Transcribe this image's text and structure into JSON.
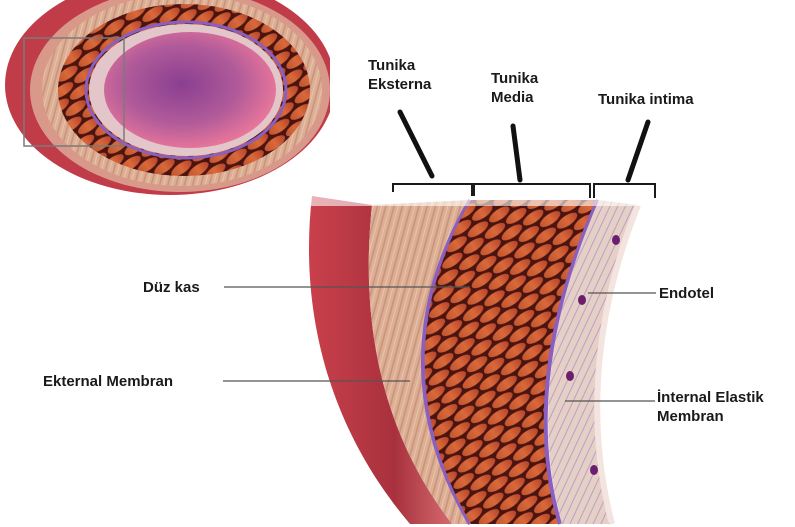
{
  "labels": {
    "tunika_eksterna": [
      "Tunika",
      "Eksterna"
    ],
    "tunika_media": [
      "Tunika",
      "Media"
    ],
    "tunika_intima": "Tunika intima",
    "duz_kas": "Düz kas",
    "ekternal_membran": "Ekternal Membran",
    "endotel": "Endotel",
    "internal_elastik_membran": [
      "İnternal Elastik",
      "Membran"
    ]
  },
  "colors": {
    "outer_wall": "#b83a44",
    "adventitia": "#d9a98f",
    "muscle": "#b8452a",
    "muscle_dark": "#4a1410",
    "elastic": "#8a5fc0",
    "lumen": "#a0508f",
    "lumen_light": "#f07a9a",
    "intima": "#e8d3c8",
    "nucleus": "#6a1f6e",
    "guide_line": "#555555"
  }
}
